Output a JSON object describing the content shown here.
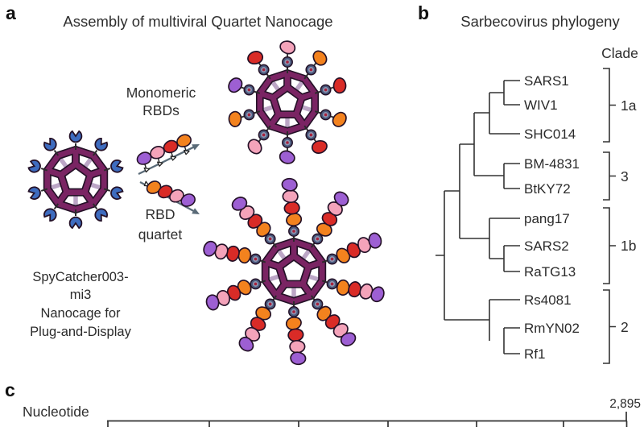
{
  "panel_a": {
    "label": "a",
    "title": "Assembly of multiviral Quartet Nanocage",
    "monomeric_label_lines": [
      "Monomeric",
      "RBDs"
    ],
    "quartet_label_lines": [
      "RBD",
      "quartet"
    ],
    "caption": {
      "line1": "SpyCatcher003-",
      "line2": "mi3",
      "line3": "Nanocage for",
      "line4": "Plug-and-Display"
    }
  },
  "panel_b": {
    "label": "b",
    "title": "Sarbecovirus phylogeny",
    "clade_header": "Clade",
    "leaves": [
      "SARS1",
      "WIV1",
      "SHC014",
      "BM-4831",
      "BtKY72",
      "pang17",
      "SARS2",
      "RaTG13",
      "Rs4081",
      "RmYN02",
      "Rf1"
    ],
    "clades": [
      {
        "label": "1a",
        "members": [
          "SARS1",
          "WIV1",
          "SHC014"
        ]
      },
      {
        "label": "3",
        "members": [
          "BM-4831",
          "BtKY72"
        ]
      },
      {
        "label": "1b",
        "members": [
          "pang17",
          "SARS2",
          "RaTG13"
        ]
      },
      {
        "label": "2",
        "members": [
          "Rs4081",
          "RmYN02",
          "Rf1"
        ]
      }
    ],
    "topology_newick": "(((((SARS1,WIV1),SHC014),(BM-4831,BtKY72)),(pang17,(SARS2,RaTG13))),(Rs4081,(RmYN02,Rf1)))"
  },
  "panel_c": {
    "label": "c",
    "axis_label": "Nucleotide",
    "end_tick_label": "2,895"
  },
  "colors": {
    "cage_front": "#7A2463",
    "cage_back": "#BCA6C6",
    "outline": "#241127",
    "spycatcher_blue": "#3E6CBF",
    "connector_dark": "#49587C",
    "connector_mid": "#8D96B2",
    "connector_dot": "#A7213C",
    "rbd_purple": "#9D5FD3",
    "rbd_pink": "#F4A3BA",
    "rbd_red": "#D92B27",
    "rbd_orange": "#F3821E",
    "arrow_gray": "#5A6B78",
    "caption_blue": "#6A83C4",
    "caption_maroon": "#993262",
    "tree_line": "#333333"
  },
  "rbd_sequences": {
    "monomeric_order": [
      "purple",
      "pink",
      "red",
      "orange"
    ],
    "quartet_chain_order": [
      "orange",
      "red",
      "pink",
      "purple"
    ],
    "cage_monomeric_order": [
      "pink",
      "red",
      "purple",
      "orange",
      "pink",
      "purple",
      "red",
      "orange",
      "red",
      "orange"
    ]
  }
}
